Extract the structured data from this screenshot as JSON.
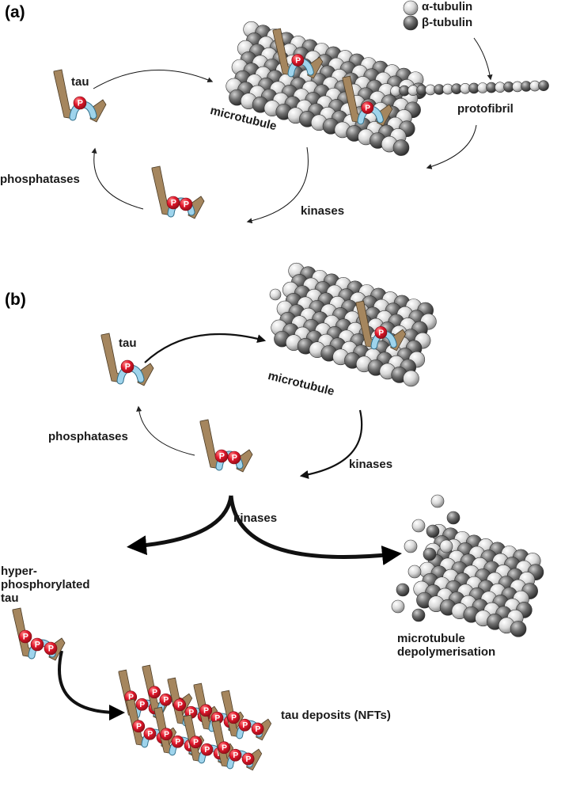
{
  "panels": {
    "a": "(a)",
    "b": "(b)"
  },
  "legend": {
    "alpha": "α-tubulin",
    "beta": "β-tubulin"
  },
  "colors": {
    "tau": "#a5865e",
    "linker": "#9fd4ec",
    "phosphate": "#e3182d",
    "alpha": "#dedede",
    "beta": "#5a5a5a"
  },
  "phospho_symbol": "P",
  "a": {
    "tau": "tau",
    "microtubule": "microtubule",
    "protofibril": "protofibril",
    "phosphatases": "phosphatases",
    "kinases": "kinases"
  },
  "b": {
    "tau": "tau",
    "microtubule": "microtubule",
    "phosphatases": "phosphatases",
    "kinases_1": "kinases",
    "kinases_2": "kinases",
    "hyper_1": "hyper-",
    "hyper_2": "phosphorylated",
    "hyper_3": "tau",
    "depoly_1": "microtubule",
    "depoly_2": "depolymerisation",
    "deposits": "tau deposits (NFTs)"
  }
}
